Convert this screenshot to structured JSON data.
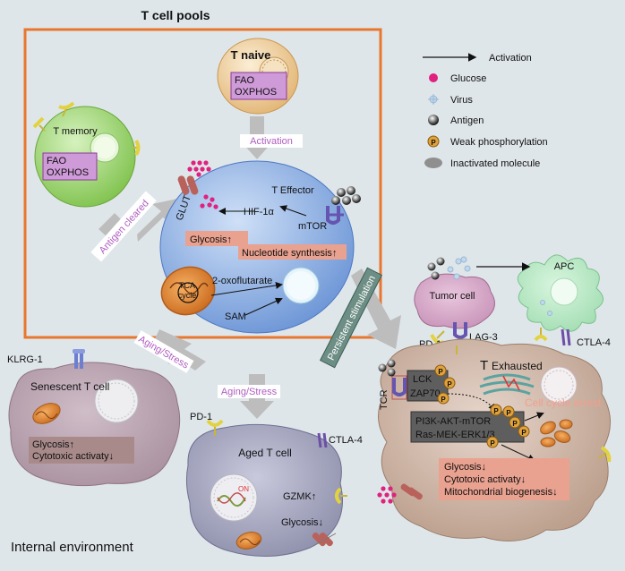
{
  "pool_title": "T cell pools",
  "internal_env": "Internal environment",
  "cells": {
    "naive": {
      "title": "T naive",
      "box": [
        "FAO",
        "OXPHOS"
      ]
    },
    "memory": {
      "title": "T memory",
      "box": [
        "FAO",
        "OXPHOS"
      ]
    },
    "effector": {
      "title": "T Effector",
      "glut": "GLUT",
      "hif": "HIF-1α",
      "mtor": "mTOR",
      "glycosis": "Glycosis↑",
      "nucleotide": "Nucleotide synthesis↑",
      "tca": [
        "TCA",
        "cycle"
      ],
      "oxo": "2-oxoflutarate",
      "sam": "SAM"
    },
    "senescent": {
      "title": "Senescent T cell",
      "klrg": "KLRG-1",
      "box": [
        "Glycosis↑",
        "Cytotoxic activaty↓"
      ]
    },
    "aged": {
      "title": "Aged T cell",
      "pd1": "PD-1",
      "ctla4": "CTLA-4",
      "gzmk": "GZMK↑",
      "glycosis": "Glycosis↓",
      "on": "ON"
    },
    "exhausted": {
      "title_t": "T",
      "title_rest": "Exhausted",
      "tcr": "TCR",
      "lck": "LCK",
      "zap70": "ZAP70",
      "pathways": [
        "PI3K-AKT-mTOR",
        "Ras-MEK-ERK1/3"
      ],
      "arrest": "Cell cycle arrest",
      "box": [
        "Glycosis↓",
        "Cytotoxic activaty↓",
        "Mitochondrial biogenesis↓"
      ],
      "p": "P"
    },
    "tumor": {
      "title": "Tumor cell",
      "pd1": "PD-1",
      "lag3": "LAG-3"
    },
    "apc": {
      "title": "APC",
      "ctla4": "CTLA-4"
    }
  },
  "arrows": {
    "activation": "Activation",
    "antigen_cleared": "Antigen cleared",
    "aging_stress_1": "Aging/Stress",
    "aging_stress_2": "Aging/Stress",
    "persistent": "Persistent stimulation"
  },
  "legend": [
    {
      "label": "Activation",
      "icon": "arrow-icon"
    },
    {
      "label": "Glucose",
      "icon": "glucose-icon"
    },
    {
      "label": "Virus",
      "icon": "virus-icon"
    },
    {
      "label": "Antigen",
      "icon": "antigen-icon"
    },
    {
      "label": "Weak phosphorylation",
      "icon": "phosphorylation-icon",
      "symbol": "P"
    },
    {
      "label": "Inactivated molecule",
      "icon": "inactivated-molecule-icon"
    }
  ],
  "colors": {
    "frame": "#e8772e",
    "glucose": "#e0217f",
    "box_fill": "#cf9ad8",
    "box_stroke": "#8a3b9a",
    "salmon": "#e9a190",
    "purple_text": "#b05dc0"
  }
}
